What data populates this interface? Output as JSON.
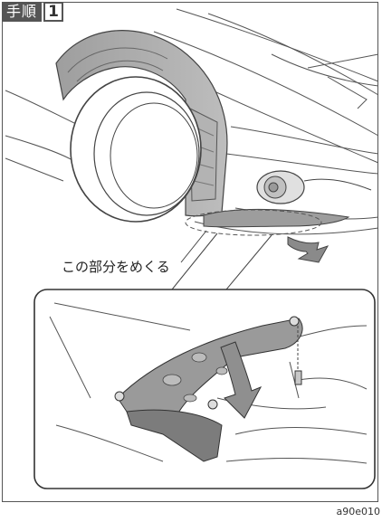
{
  "step": {
    "label": "手順",
    "number": "1"
  },
  "callout": {
    "text": "この部分をめくる"
  },
  "figure_code": "a90e010"
}
